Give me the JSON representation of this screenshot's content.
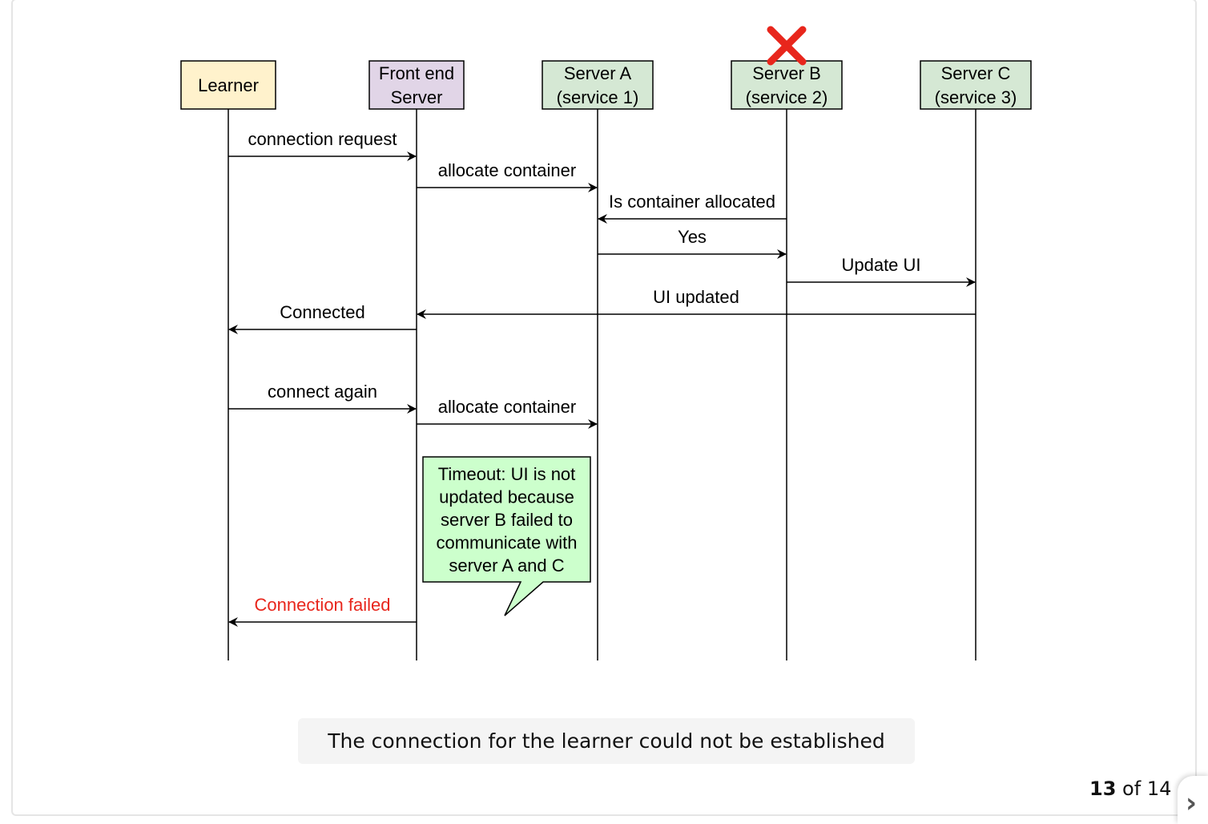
{
  "participants": [
    {
      "id": "learner",
      "lines": [
        "Learner"
      ],
      "fill": "#fff2cc"
    },
    {
      "id": "frontend",
      "lines": [
        "Front end",
        "Server"
      ],
      "fill": "#e1d5e7"
    },
    {
      "id": "serverA",
      "lines": [
        "Server A",
        "(service 1)"
      ],
      "fill": "#d5e8d4"
    },
    {
      "id": "serverB",
      "lines": [
        "Server B",
        "(service 2)"
      ],
      "fill": "#d5e8d4",
      "failed": true
    },
    {
      "id": "serverC",
      "lines": [
        "Server C",
        "(service 3)"
      ],
      "fill": "#d5e8d4"
    }
  ],
  "messages": [
    {
      "from": "learner",
      "to": "frontend",
      "label": "connection request"
    },
    {
      "from": "frontend",
      "to": "serverA",
      "label": "allocate container"
    },
    {
      "from": "serverB",
      "to": "serverA",
      "label": "Is container allocated"
    },
    {
      "from": "serverA",
      "to": "serverB",
      "label": "Yes"
    },
    {
      "from": "serverB",
      "to": "serverC",
      "label": "Update UI"
    },
    {
      "from": "serverC",
      "to": "frontend",
      "label": "UI updated"
    },
    {
      "from": "frontend",
      "to": "learner",
      "label": "Connected"
    },
    {
      "from": "learner",
      "to": "frontend",
      "label": "connect again"
    },
    {
      "from": "frontend",
      "to": "serverA",
      "label": "allocate container"
    },
    {
      "from": "frontend",
      "to": "learner",
      "label": "Connection failed",
      "color": "#e8261c"
    }
  ],
  "note": {
    "lines": [
      "Timeout: UI is not",
      "updated because",
      "server B failed to",
      "communicate with",
      "server A and C"
    ],
    "fill": "#ccffcc"
  },
  "failure_mark_color": "#e8261c",
  "caption": "The connection for the learner could not be established",
  "pager": {
    "current": "13",
    "separator": "of",
    "total": "14"
  }
}
